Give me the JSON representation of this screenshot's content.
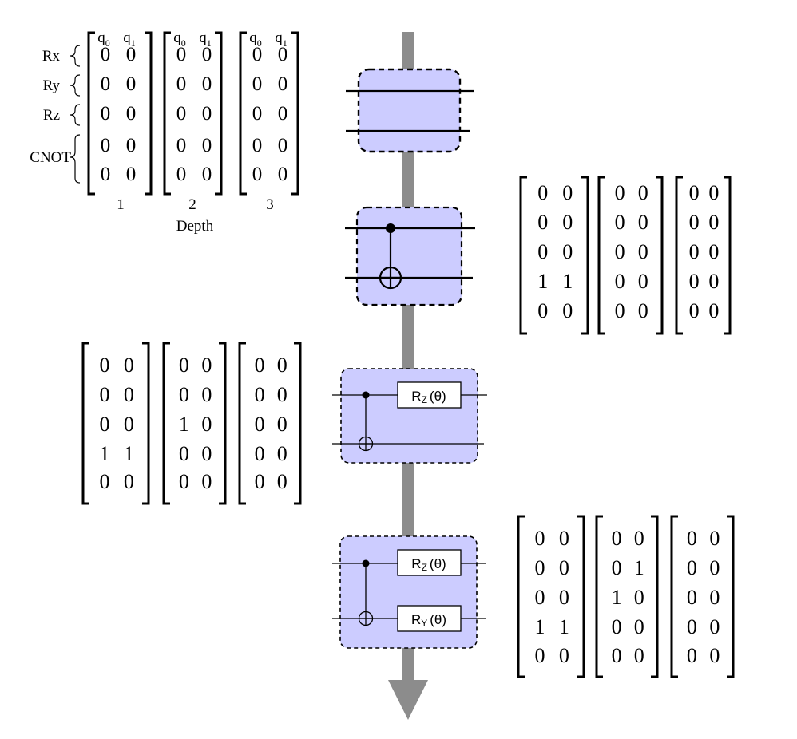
{
  "colors": {
    "arrow": "#8c8c8c",
    "block_fill": "#ccccff",
    "line": "#000000",
    "gate_fill": "#ffffff"
  },
  "legend": {
    "rows": [
      {
        "label": "Rx"
      },
      {
        "label": "Ry"
      },
      {
        "label": "Rz"
      },
      {
        "label": "CNOT"
      }
    ],
    "qubit_base": "q",
    "qubit_subscripts": [
      "0",
      "1"
    ],
    "depth_label": "Depth",
    "depth_numbers": [
      "1",
      "2",
      "3"
    ],
    "matrices": [
      [
        [
          "0",
          "0"
        ],
        [
          "0",
          "0"
        ],
        [
          "0",
          "0"
        ],
        [
          "0",
          "0"
        ],
        [
          "0",
          "0"
        ]
      ],
      [
        [
          "0",
          "0"
        ],
        [
          "0",
          "0"
        ],
        [
          "0",
          "0"
        ],
        [
          "0",
          "0"
        ],
        [
          "0",
          "0"
        ]
      ],
      [
        [
          "0",
          "0"
        ],
        [
          "0",
          "0"
        ],
        [
          "0",
          "0"
        ],
        [
          "0",
          "0"
        ],
        [
          "0",
          "0"
        ]
      ]
    ]
  },
  "circuits": [
    {
      "id": "empty",
      "gates": []
    },
    {
      "id": "cnot",
      "gates": [
        "CNOT"
      ]
    },
    {
      "id": "cnot-rz",
      "gates": [
        "CNOT",
        "Rz"
      ],
      "labels": [
        {
          "base": "R",
          "sub": "Z",
          "arg": "(θ)"
        }
      ]
    },
    {
      "id": "cnot-rz-ry",
      "gates": [
        "CNOT",
        "Rz",
        "Ry"
      ],
      "labels": [
        {
          "base": "R",
          "sub": "Z",
          "arg": "(θ)"
        },
        {
          "base": "R",
          "sub": "Y",
          "arg": "(θ)"
        }
      ]
    }
  ],
  "encodings": [
    {
      "id": "cnot",
      "matrices": [
        [
          [
            "0",
            "0"
          ],
          [
            "0",
            "0"
          ],
          [
            "0",
            "0"
          ],
          [
            "1",
            "1"
          ],
          [
            "0",
            "0"
          ]
        ],
        [
          [
            "0",
            "0"
          ],
          [
            "0",
            "0"
          ],
          [
            "0",
            "0"
          ],
          [
            "0",
            "0"
          ],
          [
            "0",
            "0"
          ]
        ],
        [
          [
            "0",
            "0"
          ],
          [
            "0",
            "0"
          ],
          [
            "0",
            "0"
          ],
          [
            "0",
            "0"
          ],
          [
            "0",
            "0"
          ]
        ]
      ]
    },
    {
      "id": "cnot-rz",
      "matrices": [
        [
          [
            "0",
            "0"
          ],
          [
            "0",
            "0"
          ],
          [
            "0",
            "0"
          ],
          [
            "1",
            "1"
          ],
          [
            "0",
            "0"
          ]
        ],
        [
          [
            "0",
            "0"
          ],
          [
            "0",
            "0"
          ],
          [
            "1",
            "0"
          ],
          [
            "0",
            "0"
          ],
          [
            "0",
            "0"
          ]
        ],
        [
          [
            "0",
            "0"
          ],
          [
            "0",
            "0"
          ],
          [
            "0",
            "0"
          ],
          [
            "0",
            "0"
          ],
          [
            "0",
            "0"
          ]
        ]
      ]
    },
    {
      "id": "cnot-rz-ry",
      "matrices": [
        [
          [
            "0",
            "0"
          ],
          [
            "0",
            "0"
          ],
          [
            "0",
            "0"
          ],
          [
            "1",
            "1"
          ],
          [
            "0",
            "0"
          ]
        ],
        [
          [
            "0",
            "0"
          ],
          [
            "0",
            "1"
          ],
          [
            "1",
            "0"
          ],
          [
            "0",
            "0"
          ],
          [
            "0",
            "0"
          ]
        ],
        [
          [
            "0",
            "0"
          ],
          [
            "0",
            "0"
          ],
          [
            "0",
            "0"
          ],
          [
            "0",
            "0"
          ],
          [
            "0",
            "0"
          ]
        ]
      ]
    }
  ]
}
